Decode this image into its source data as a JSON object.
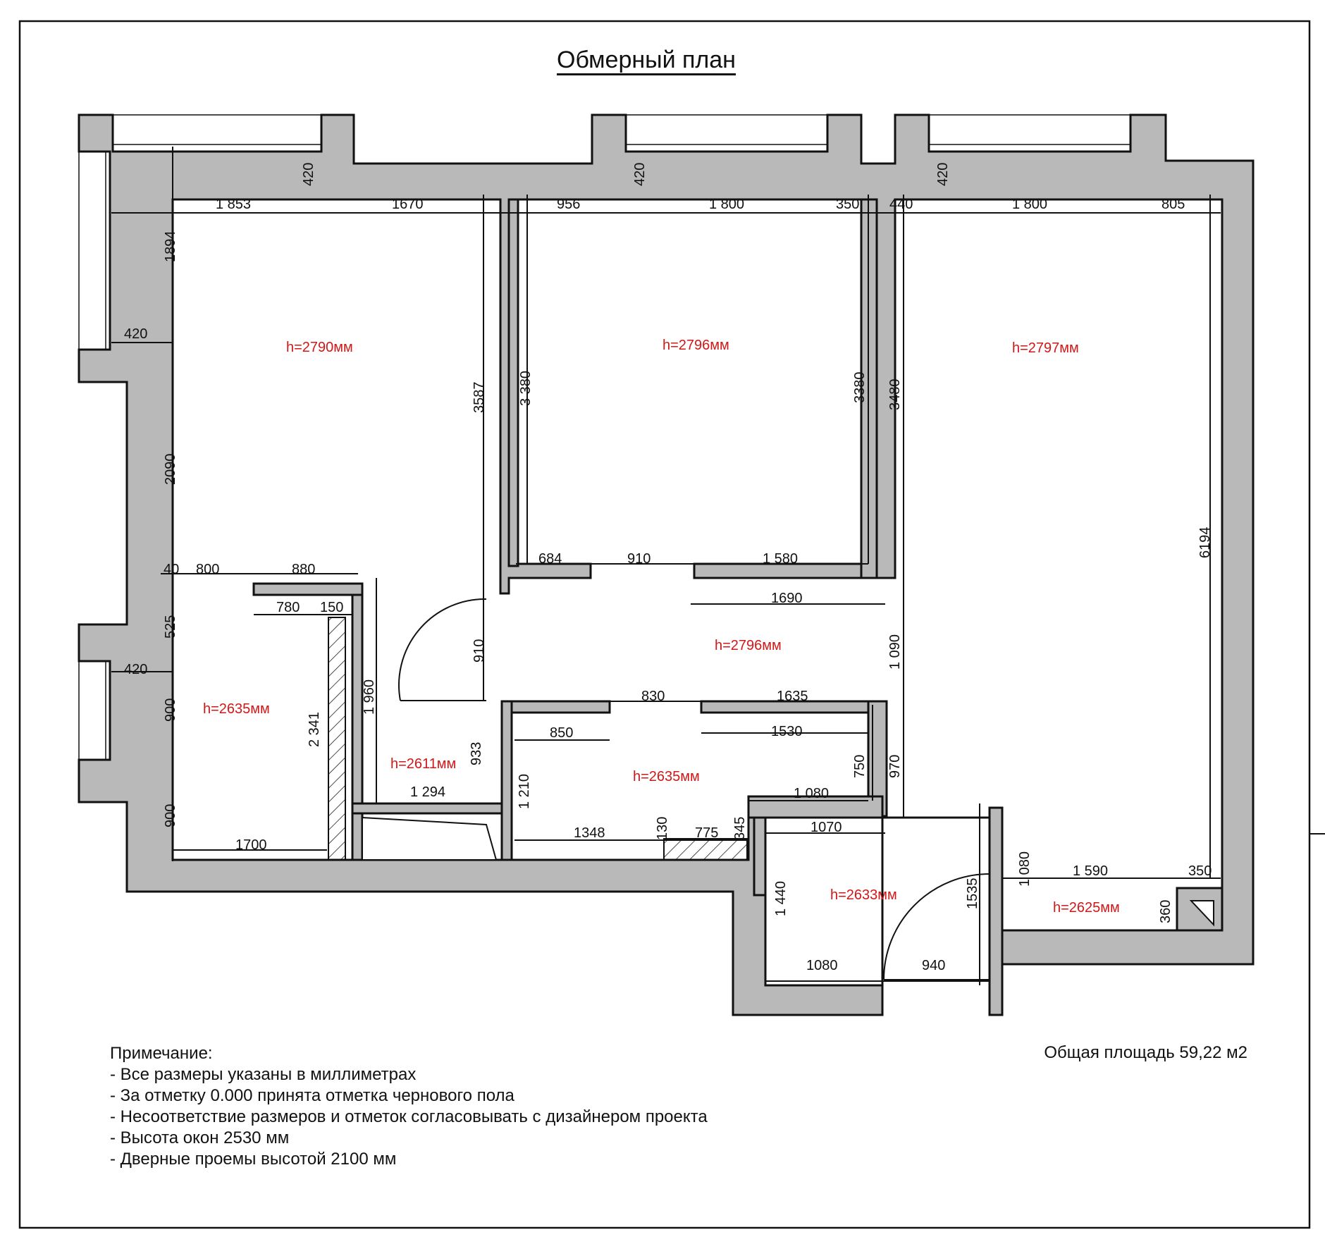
{
  "title": "Обмерный план",
  "heights": [
    "h=2790мм",
    "h=2796мм",
    "h=2797мм",
    "h=2796мм",
    "h=2635мм",
    "h=2611мм",
    "h=2635мм",
    "h=2633мм",
    "h=2625мм"
  ],
  "dimensions_horizontal": [
    "1 853",
    "1670",
    "956",
    "1 800",
    "350",
    "440",
    "1 800",
    "805",
    "420",
    "40",
    "800",
    "880",
    "780",
    "150",
    "420",
    "684",
    "910",
    "1 580",
    "1690",
    "830",
    "1635",
    "850",
    "1530",
    "1 294",
    "1 080",
    "1700",
    "1348",
    "130",
    "775",
    "1070",
    "1 590",
    "350",
    "1080",
    "940"
  ],
  "dimensions_vertical": [
    "420",
    "420",
    "420",
    "1894",
    "2090",
    "3587",
    "3 380",
    "3380",
    "3480",
    "6194",
    "525",
    "900",
    "900",
    "2 341",
    "1 960",
    "910",
    "933",
    "1 090",
    "1 210",
    "750",
    "970",
    "345",
    "1 440",
    "1535",
    "1 080",
    "360"
  ],
  "notes": {
    "heading": "Примечание:",
    "lines": [
      "- Все размеры указаны в миллиметрах",
      "- За отметку 0.000 принята отметка чернового пола",
      "- Несоответствие размеров и отметок согласовывать с дизайнером проекта",
      "- Высота окон 2530 мм",
      "- Дверные проемы высотой 2100 мм"
    ]
  },
  "total_area": "Общая площадь 59,22 м2"
}
